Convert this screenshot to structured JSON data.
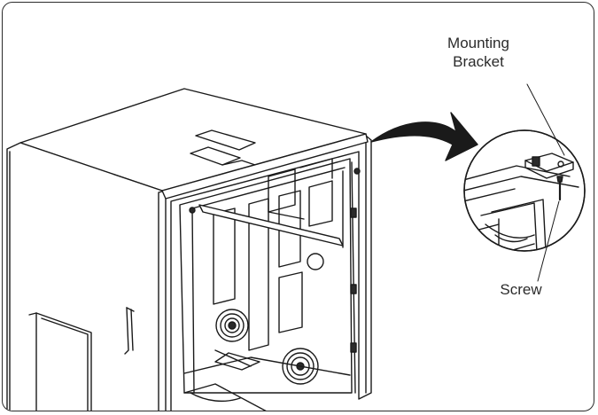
{
  "labels": {
    "bracket_line1": "Mounting",
    "bracket_line2": "Bracket",
    "screw": "Screw"
  },
  "colors": {
    "line": "#1a1a1a",
    "frame": "#2b2b2b",
    "arrow": "#1a1a1a",
    "fill_dark": "#2a2a2a",
    "fill_light": "#ffffff"
  }
}
